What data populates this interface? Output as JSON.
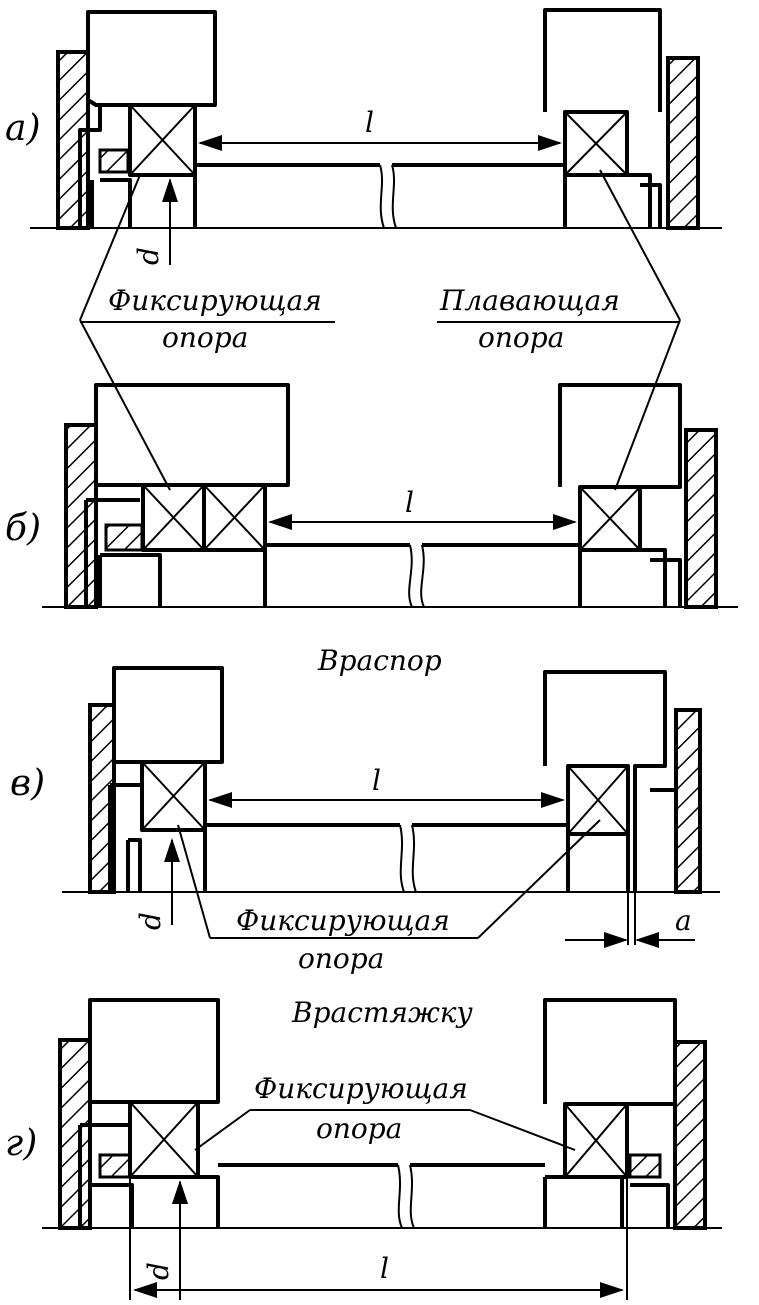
{
  "panels": {
    "a": {
      "tag": "а)",
      "dim_l": "l",
      "dim_d": "d"
    },
    "b": {
      "tag": "б)",
      "dim_l": "l"
    },
    "v": {
      "tag": "в)",
      "dim_l": "l",
      "dim_d": "d",
      "dim_a": "a"
    },
    "g": {
      "tag": "г)",
      "dim_l": "l",
      "dim_d": "d"
    }
  },
  "labels": {
    "fixed_support_1": "Фиксирующая",
    "fixed_support_1b": "опора",
    "floating_support": "Плавающая",
    "floating_support_b": "опора",
    "spacer_scheme": "Враспор",
    "fixed_support_2": "Фиксирующая",
    "fixed_support_2b": "опора",
    "tension_scheme": "Врастяжку",
    "fixed_support_3": "Фиксирующая",
    "fixed_support_3b": "опора"
  }
}
